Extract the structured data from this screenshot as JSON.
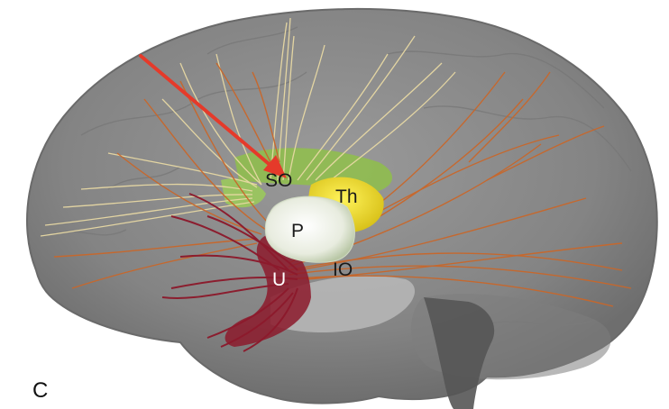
{
  "figure": {
    "panel_letter": "C",
    "labels": {
      "so": "SO",
      "th": "Th",
      "p": "P",
      "u": "U",
      "io": "IO"
    }
  },
  "colors": {
    "background": "#ffffff",
    "brain": "#8c8c8c",
    "fibers_cream": "#e8d9a4",
    "fibers_orange": "#c9672a",
    "uncinate": "#8c1a2c",
    "thalamus": "#f2e021",
    "putamen": "#eef0ea",
    "green_structures": "#8fc04a",
    "arrow": "#e53a2a"
  }
}
